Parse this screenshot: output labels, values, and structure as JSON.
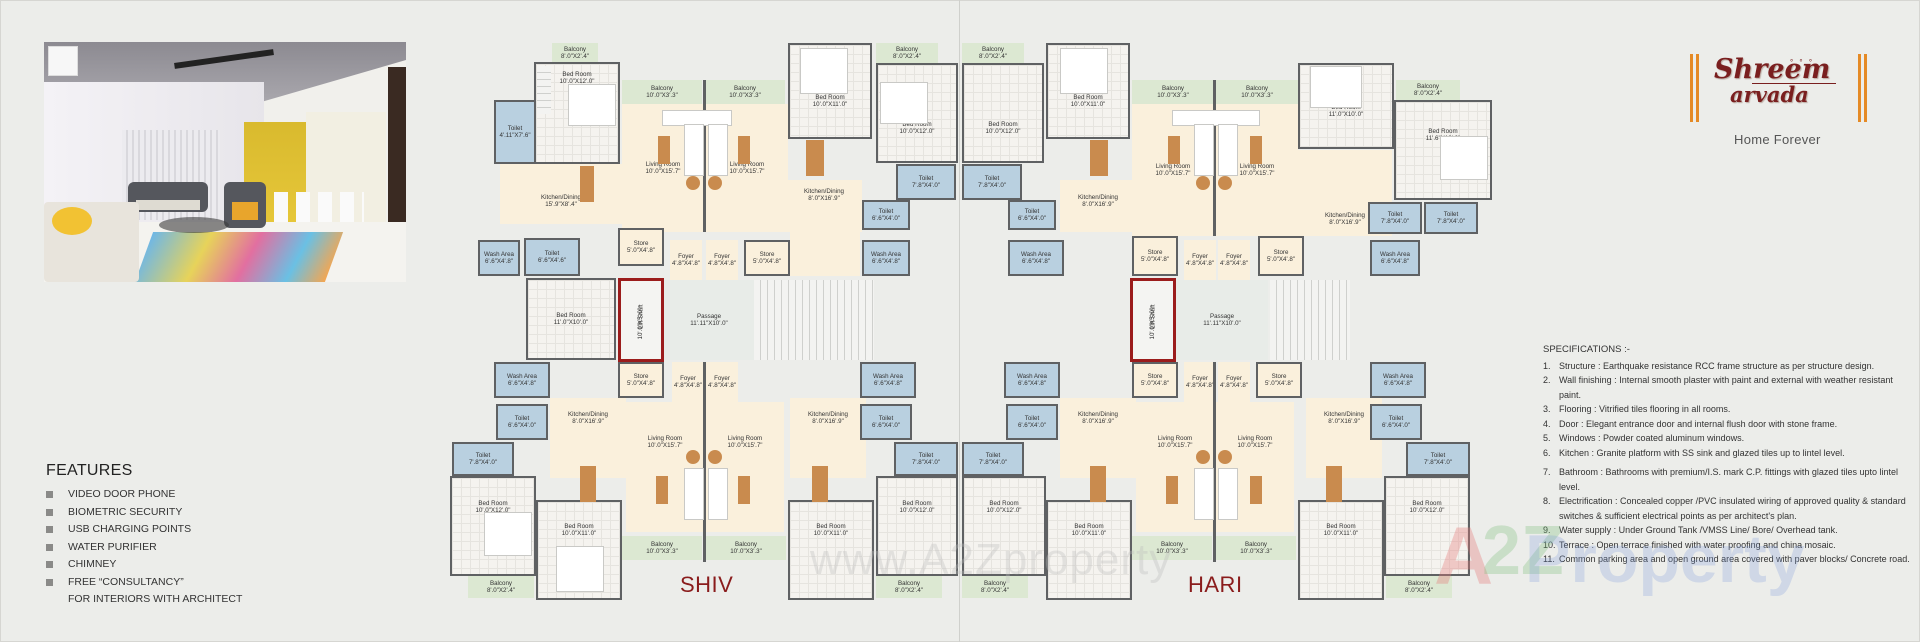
{
  "brand": {
    "name_line1": "Shreem",
    "name_line2": "arvada",
    "ornament": "° ° °",
    "tagline": "Home Forever",
    "accent_color": "#e58a25",
    "brand_color": "#7a1f1f"
  },
  "photo": {
    "alt": "Living room interior rendering with grey sofas, yellow accent wall, glass coffee table, colorful rug and dining area"
  },
  "features": {
    "title": "FEATURES",
    "items": [
      "VIDEO DOOR PHONE",
      "BIOMETRIC SECURITY",
      "USB CHARGING POINTS",
      "WATER PURIFIER",
      "CHIMNEY",
      "FREE “CONSULTANCY”"
    ],
    "continuation": "FOR INTERIORS WITH ARCHITECT"
  },
  "specifications": {
    "title": "SPECIFICATIONS :-",
    "items": [
      {
        "num": "1.",
        "text": "Structure : Earthquake resistance RCC frame structure as per structure design."
      },
      {
        "num": "2.",
        "text": "Wall finishing : Internal smooth plaster with paint and external with weather resistant paint."
      },
      {
        "num": "3.",
        "text": "Flooring : Vitrified tiles flooring in all rooms."
      },
      {
        "num": "4.",
        "text": "Door : Elegant entrance door and internal flush door with stone frame."
      },
      {
        "num": "5.",
        "text": "Windows : Powder coated aluminum windows."
      },
      {
        "num": "6.",
        "text": "Kitchen : Granite platform with SS sink and glazed tiles up to lintel level."
      },
      {
        "num": "7.",
        "text": "Bathroom : Bathrooms with premium/I.S. mark C.P. fittings with glazed tiles upto lintel level."
      },
      {
        "num": "8.",
        "text": "Electrification : Concealed copper /PVC insulated wiring of approved quality & standard switches & sufficient electrical points as per architect's plan."
      },
      {
        "num": "9.",
        "text": "Water supply : Under Ground Tank /VMSS Line/ Bore/ Overhead tank."
      },
      {
        "num": "10.",
        "text": "Terrace : Open terrace finished with water proofing and china mosaic."
      },
      {
        "num": "11.",
        "text": "Common parking area and open ground area covered with paver blocks/ Concrete road."
      }
    ]
  },
  "buildings": {
    "left": "SHIV",
    "right": "HARI"
  },
  "rooms": {
    "balcony_8x24": {
      "name": "Balcony",
      "dim": "8'.0\"X2'.4\""
    },
    "balcony_10x33": {
      "name": "Balcony",
      "dim": "10'.0\"X3'.3\""
    },
    "balcony_10x36": {
      "name": "Balcony",
      "dim": "10'.0\"X3'.3\""
    },
    "bed_10x12": {
      "name": "Bed Room",
      "dim": "10'.0\"X12'.0\""
    },
    "bed_10x11": {
      "name": "Bed Room",
      "dim": "10'.0\"X11'.0\""
    },
    "bed_11x10": {
      "name": "Bed Room",
      "dim": "11'.0\"X10'.0\""
    },
    "bed_116x12": {
      "name": "Bed Room",
      "dim": "11'.6\"X12'.0\""
    },
    "toilet_411": {
      "name": "Toilet",
      "dim": "4'.11\"X7'.6\""
    },
    "toilet_78": {
      "name": "Toilet",
      "dim": "7'.8\"X4'.0\""
    },
    "toilet_66": {
      "name": "Toilet",
      "dim": "6'.6\"X4'.0\""
    },
    "toilet_66x46": {
      "name": "Toilet",
      "dim": "6'.6\"X4'.6\""
    },
    "wash": {
      "name": "Wash Area",
      "dim": "6'.6\"X4'.8\""
    },
    "living": {
      "name": "Living Room",
      "dim": "10'.0\"X15'.7\""
    },
    "kitchen_159": {
      "name": "Kitchen/Dining",
      "dim": "15'.9\"X8'.4\""
    },
    "kitchen_8": {
      "name": "Kitchen/Dining",
      "dim": "8'.0\"X16'.9\""
    },
    "store": {
      "name": "Store",
      "dim": "5'.0\"X4'.8\""
    },
    "foyer": {
      "name": "Foyer",
      "dim": "4'.8\"X4'.8\""
    },
    "passage": {
      "name": "Passage",
      "dim": "11'.11\"X10'.0\""
    },
    "lift": {
      "name": "Lift Shaft",
      "dim": "10'.0\"X5'.0\""
    }
  },
  "watermark": {
    "www": "www.A2Zproperty",
    "a": "A",
    "two": "2Z",
    "property": "Property"
  }
}
